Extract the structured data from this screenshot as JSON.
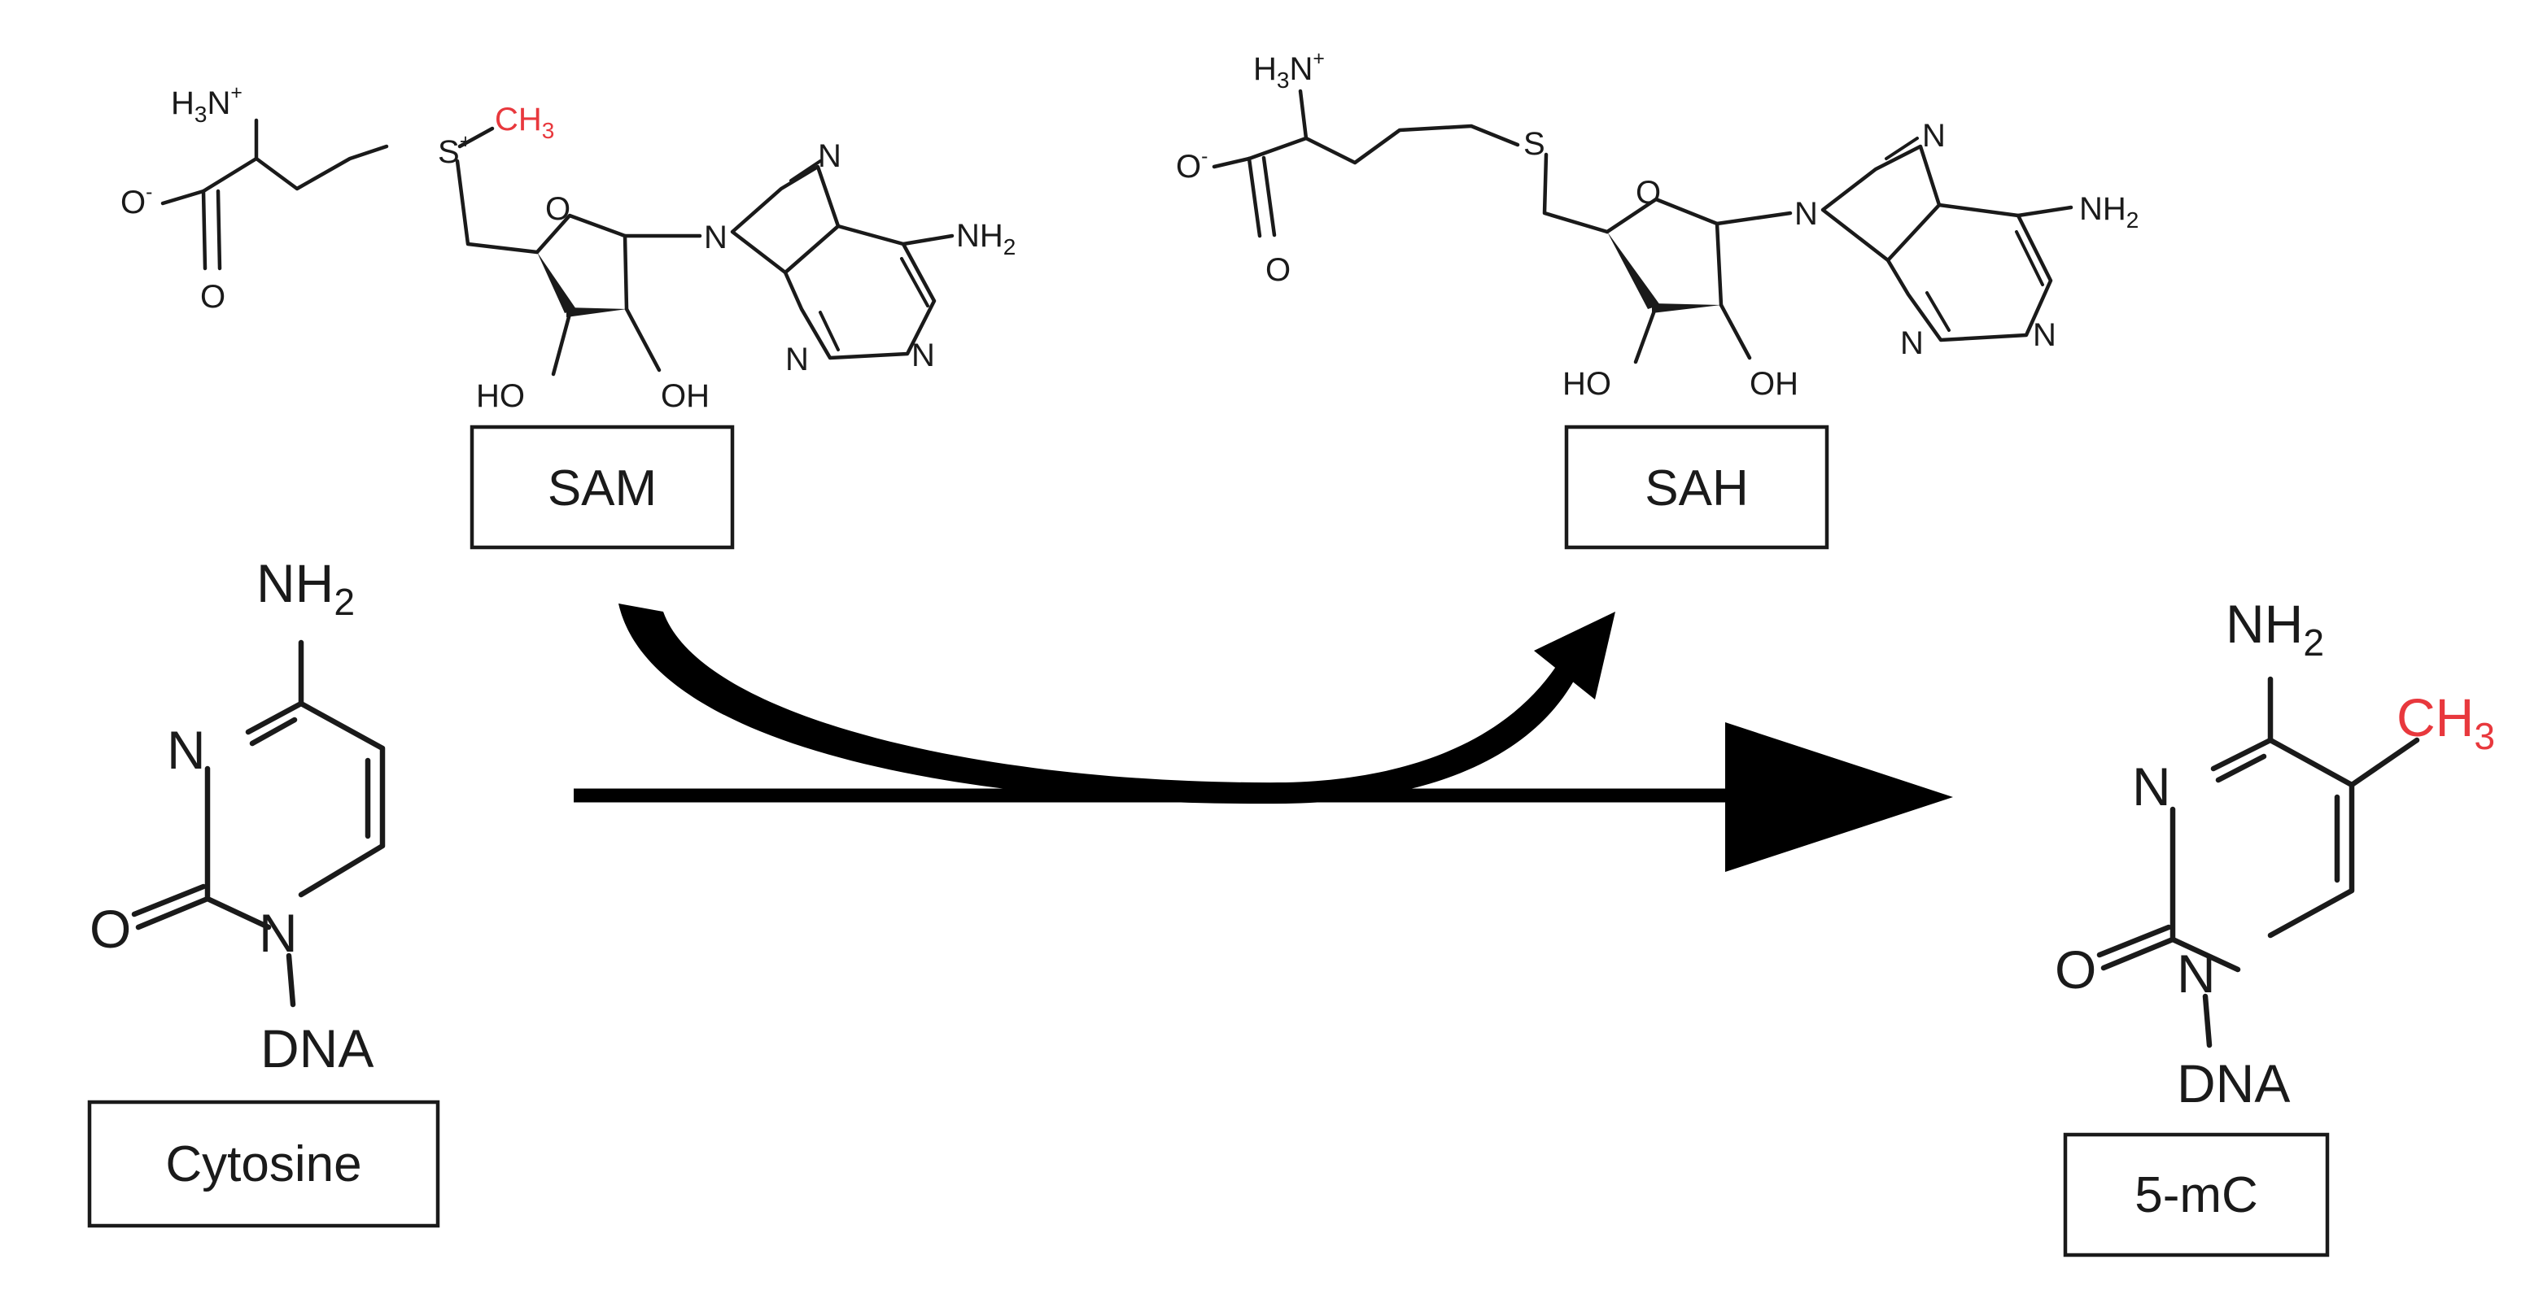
{
  "labels": {
    "sam": "SAM",
    "sah": "SAH",
    "cytosine": "Cytosine",
    "five_mc": "5-mC"
  },
  "atoms": {
    "ammonium": "H3N+",
    "ammonium_base": "H",
    "ammonium_sub": "3",
    "ammonium_n": "N",
    "ammonium_sup": "+",
    "carboxylate_o": "O",
    "carboxylate_charge": "-",
    "carbonyl_o": "O",
    "sulfonium": "S",
    "sulfonium_charge": "+",
    "thioether": "S",
    "methyl": "CH",
    "methyl_sub": "3",
    "ring_o": "O",
    "nitrogen": "N",
    "amine": "NH",
    "amine_sub": "2",
    "hydroxyl_left": "HO",
    "hydroxyl_right": "OH",
    "dna": "DNA"
  },
  "colors": {
    "ink": "#1a1a1a",
    "methyl_highlight": "#e8383d",
    "background": "#ffffff"
  }
}
